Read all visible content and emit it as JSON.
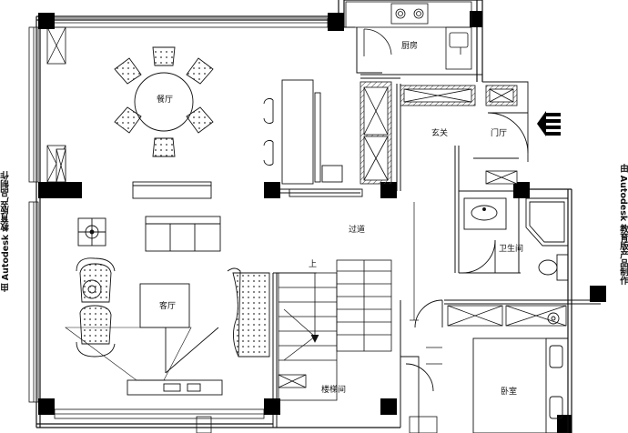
{
  "watermark": {
    "left": "由 Autodesk 教育版产品制作",
    "right": "由 Autodesk 教育版产品制作"
  },
  "rooms": {
    "kitchen": "厨房",
    "dining": "餐厅",
    "foyer": "玄关",
    "entry_hall": "门厅",
    "corridor": "过道",
    "bathroom": "卫生间",
    "living": "客厅",
    "stairwell": "楼梯间",
    "bedroom": "卧室"
  },
  "stairs": {
    "up_marker": "上"
  }
}
